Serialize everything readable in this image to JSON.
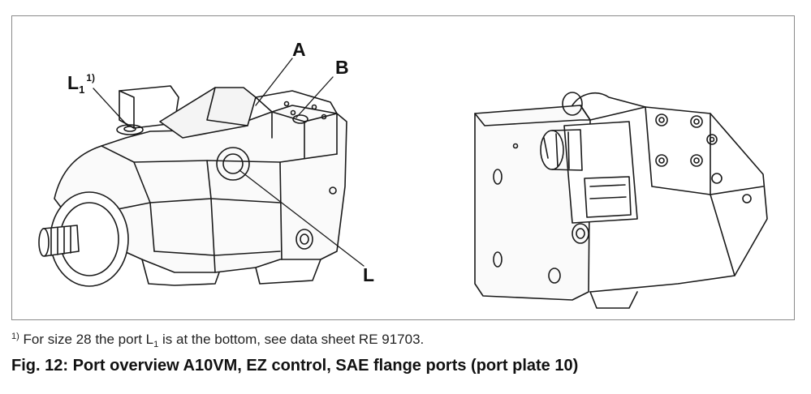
{
  "figure": {
    "ports": {
      "l1_main": "L",
      "l1_sub": "1",
      "l1_note": "1)",
      "a": "A",
      "b": "B",
      "l": "L"
    }
  },
  "footnote": {
    "marker": "1)",
    "text_before": " For size 28 the port L",
    "sub": "1",
    "text_after": " is at the bottom, see data sheet RE 91703."
  },
  "caption": "Fig. 12: Port overview A10VM, EZ control, SAE flange ports (port plate 10)"
}
